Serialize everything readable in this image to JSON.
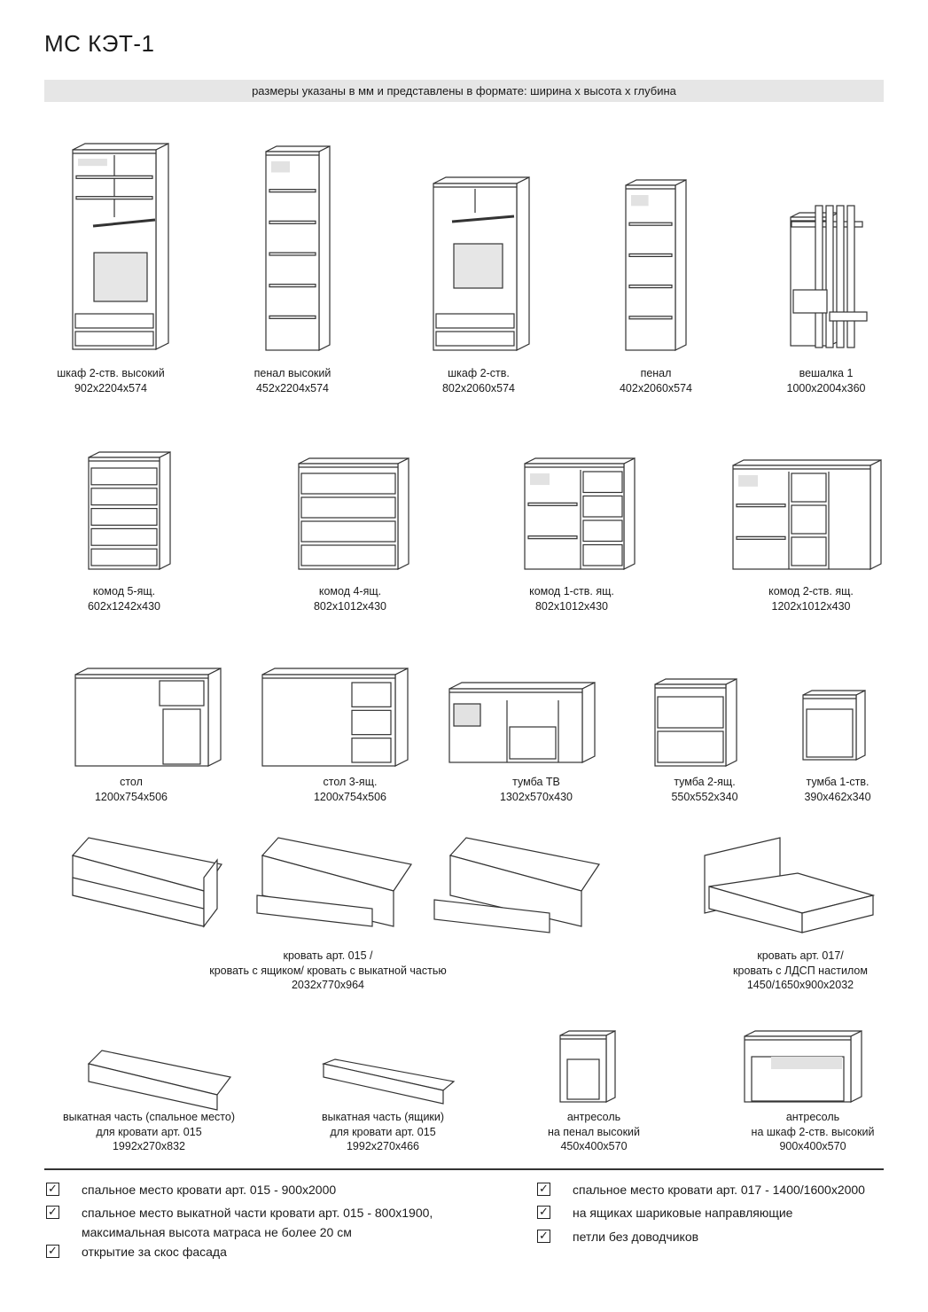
{
  "title": "МС КЭТ-1",
  "banner": "размеры указаны в мм и представлены в формате: ширина х высота х глубина",
  "items": [
    {
      "name": "шкаф 2-ств. высокий",
      "size": "902x2204x574"
    },
    {
      "name": "пенал высокий",
      "size": "452x2204x574"
    },
    {
      "name": "шкаф 2-ств.",
      "size": "802x2060x574"
    },
    {
      "name": "пенал",
      "size": "402x2060x574"
    },
    {
      "name": "вешалка 1",
      "size": "1000x2004x360"
    },
    {
      "name": "комод 5-ящ.",
      "size": "602x1242x430"
    },
    {
      "name": "комод 4-ящ.",
      "size": "802x1012x430"
    },
    {
      "name": "комод 1-ств.  ящ.",
      "size": "802x1012x430"
    },
    {
      "name": "комод 2-ств. ящ.",
      "size": "1202x1012x430"
    },
    {
      "name": "стол",
      "size": "1200x754x506"
    },
    {
      "name": "стол 3-ящ.",
      "size": "1200x754x506"
    },
    {
      "name": "тумба ТВ",
      "size": "1302x570x430"
    },
    {
      "name": "тумба 2-ящ.",
      "size": "550x552x340"
    },
    {
      "name": "тумба 1-ств.",
      "size": "390x462x340"
    },
    {
      "name": "кровать арт. 015 /",
      "name2": "кровать с ящиком/ кровать с выкатной частью",
      "size": "2032x770x964"
    },
    {
      "name": "кровать арт. 017/",
      "name2": "кровать с ЛДСП настилом",
      "size": "1450/1650x900x2032"
    },
    {
      "name": "выкатная часть (спальное место)",
      "name2": "для кровати арт. 015",
      "size": "1992x270x832"
    },
    {
      "name": "выкатная часть (ящики)",
      "name2": "для кровати арт. 015",
      "size": "1992x270x466"
    },
    {
      "name": "антресоль",
      "name2": "на пенал высокий",
      "size": "450x400x570"
    },
    {
      "name": "антресоль",
      "name2": "на шкаф 2-ств. высокий",
      "size": "900x400x570"
    }
  ],
  "notes_left": [
    "спальное место кровати арт. 015 - 900x2000",
    "спальное место выкатной части кровати арт. 015 - 800x1900,",
    "максимальная высота матраса не более 20 см",
    "открытие за скос фасада"
  ],
  "notes_right": [
    "спальное место кровати арт. 017 - 1400/1600x2000",
    "на ящиках шариковые направляющие",
    "петли без доводчиков"
  ],
  "check_glyph": "✓"
}
